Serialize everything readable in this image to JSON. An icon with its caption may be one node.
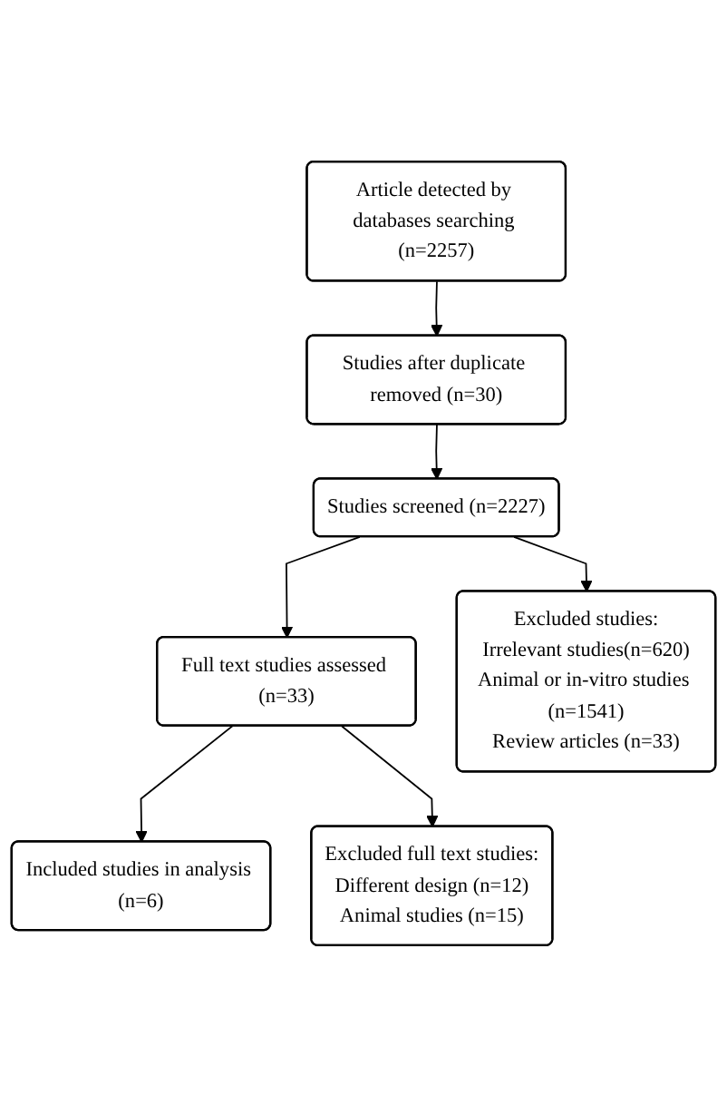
{
  "diagram": {
    "nodes": [
      {
        "text": [
          "Article detected by databases searching (n=2257)"
        ]
      },
      {
        "text": [
          "Studies after duplicate removed (n=30)"
        ]
      },
      {
        "text": [
          "Studies screened (n=2227)"
        ]
      },
      {
        "text": [
          "Excluded studies:",
          "Irrelevant studies(n=620)",
          "Animal or in-vitro studies (n=1541)",
          "Review articles (n=33)"
        ]
      },
      {
        "text": [
          "Full text studies assessed (n=33)"
        ]
      },
      {
        "text": [
          "Excluded full text studies:",
          "Different design (n=12)",
          "Animal studies (n=15)"
        ]
      },
      {
        "text": [
          "Included studies in analysis (n=6)"
        ]
      }
    ],
    "edges": [
      {
        "from": 0,
        "to": 1,
        "arrow": "to"
      },
      {
        "from": 1,
        "to": 2,
        "arrow": "to"
      },
      {
        "from": 2,
        "to": 4,
        "arrow": "to"
      },
      {
        "from": 2,
        "to": 3,
        "arrow": "to"
      },
      {
        "from": 4,
        "to": 6,
        "arrow": "to"
      },
      {
        "from": 4,
        "to": 5,
        "arrow": "to"
      }
    ]
  }
}
